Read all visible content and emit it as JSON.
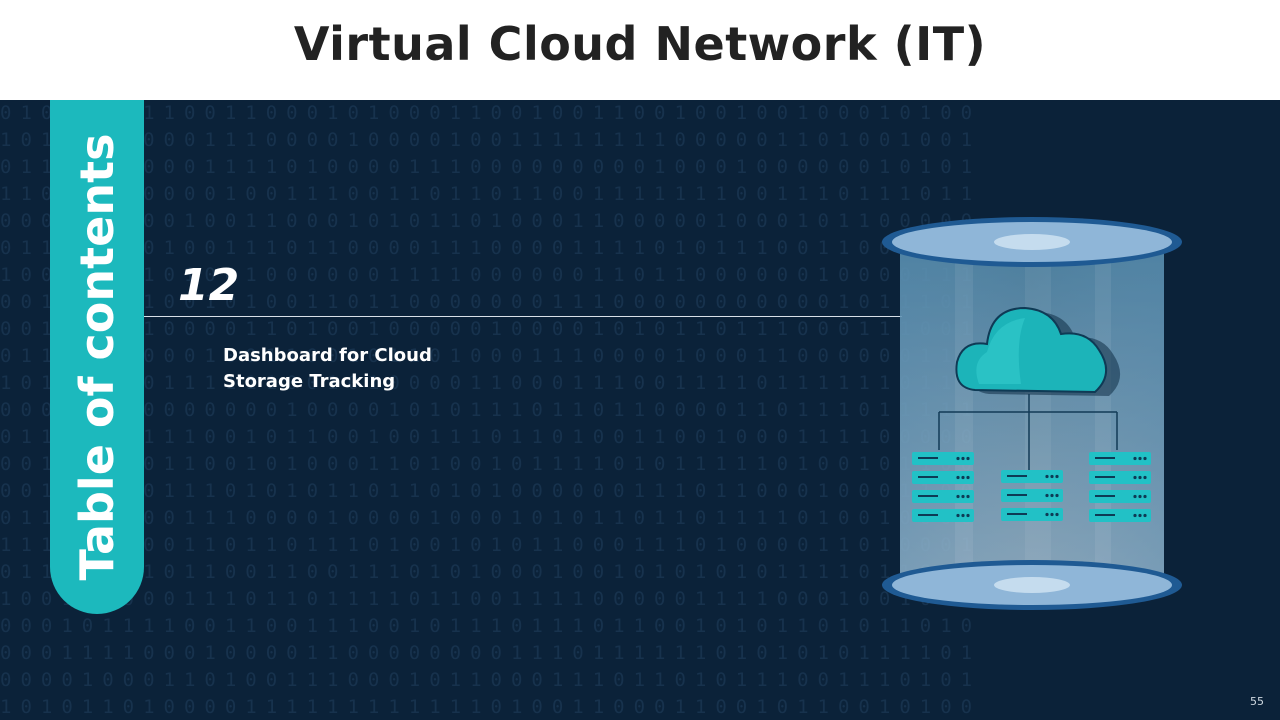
{
  "slide": {
    "title": "Virtual Cloud Network (IT)",
    "toc_label": "Table of contents",
    "item_number": "12",
    "item_title": "Dashboard for Cloud Storage Tracking",
    "page_number": "55"
  },
  "colors": {
    "background": "#0b2239",
    "accent": "#1cb9bd",
    "disc": "#8fb6d8",
    "disc_rim": "#1f5a93"
  },
  "icons": [
    "cloud-icon",
    "server-rack-icon",
    "network-tree-icon"
  ]
}
